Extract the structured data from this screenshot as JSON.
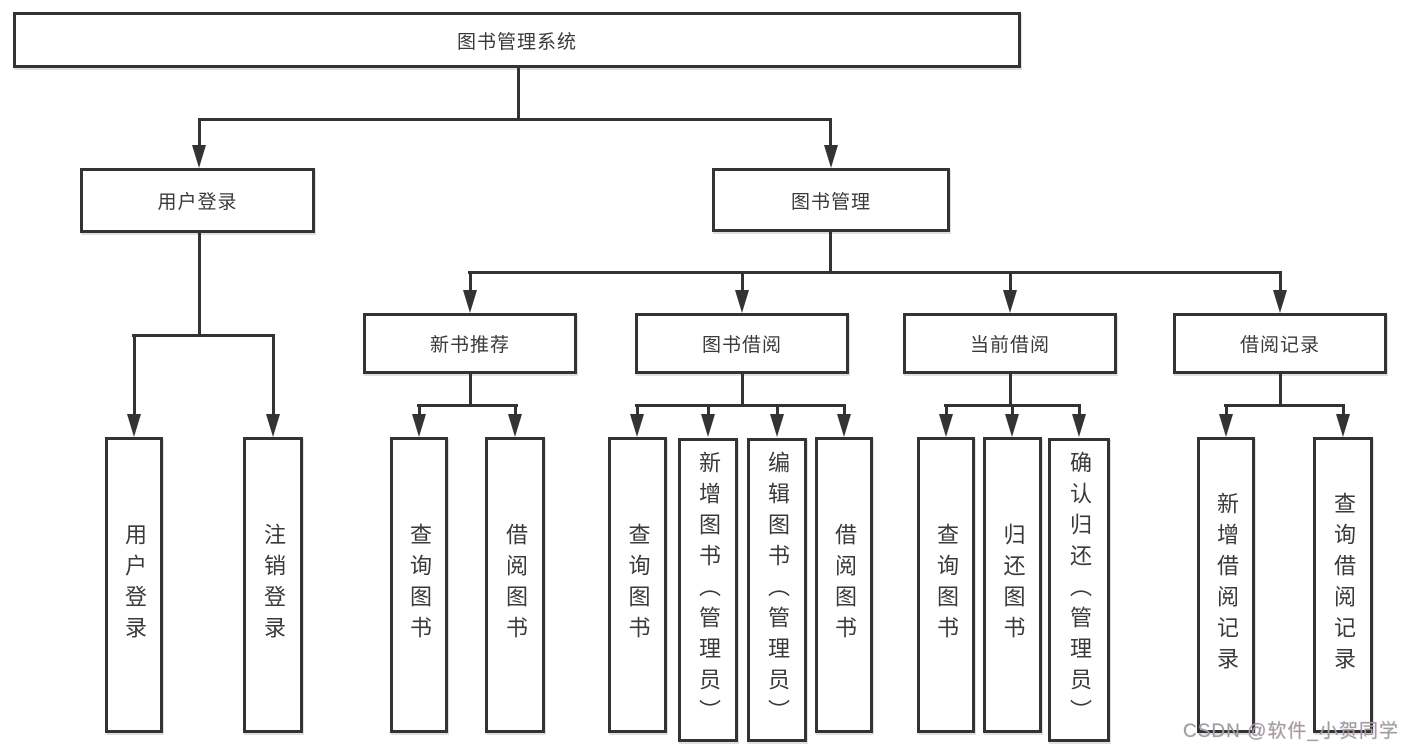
{
  "tree": {
    "root": {
      "label": "图书管理系统"
    },
    "branches": [
      {
        "label": "用户登录",
        "leaves": [
          {
            "label": "用户登录"
          },
          {
            "label": "注销登录"
          }
        ]
      },
      {
        "label": "图书管理",
        "groups": [
          {
            "label": "新书推荐",
            "leaves": [
              {
                "label": "查询图书"
              },
              {
                "label": "借阅图书"
              }
            ]
          },
          {
            "label": "图书借阅",
            "leaves": [
              {
                "label": "查询图书"
              },
              {
                "label": "新增图书（管理员）"
              },
              {
                "label": "编辑图书（管理员）"
              },
              {
                "label": "借阅图书"
              }
            ]
          },
          {
            "label": "当前借阅",
            "leaves": [
              {
                "label": "查询图书"
              },
              {
                "label": "归还图书"
              },
              {
                "label": "确认归还（管理员）"
              }
            ]
          },
          {
            "label": "借阅记录",
            "leaves": [
              {
                "label": "新增借阅记录"
              },
              {
                "label": "查询借阅记录"
              }
            ]
          }
        ]
      }
    ]
  },
  "watermark": {
    "text": "CSDN @软件_小贺同学"
  },
  "colors": {
    "line": "#333333",
    "text": "#3a3a3a",
    "background": "#ffffff",
    "watermark": "#9e9e9e"
  }
}
